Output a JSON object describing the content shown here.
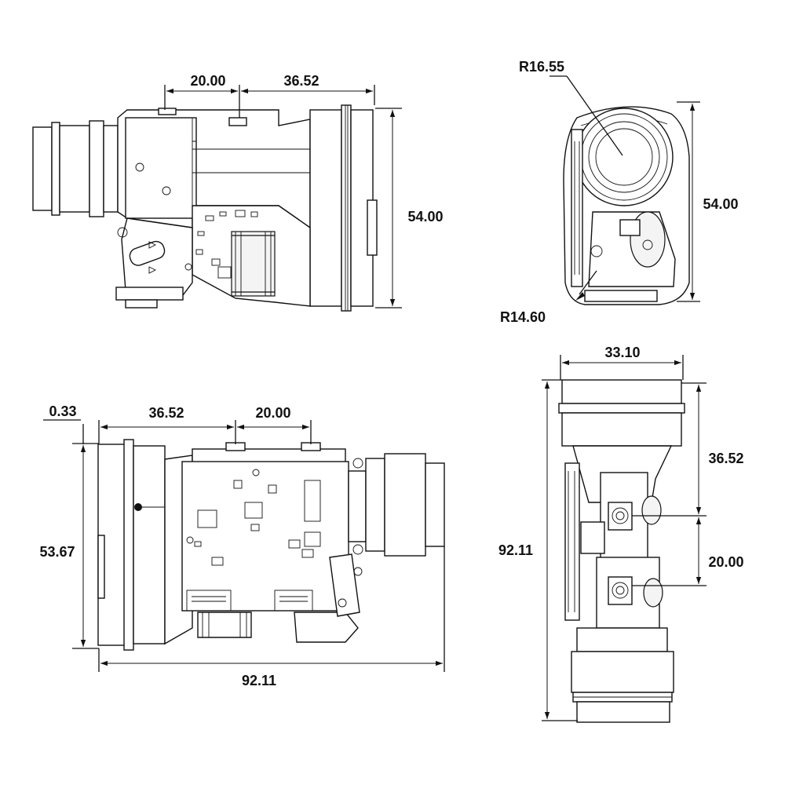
{
  "views": {
    "side_top_left": {
      "dim_top_1": "20.00",
      "dim_top_2": "36.52",
      "dim_height": "54.00"
    },
    "front_top_right": {
      "radius_outer": "R16.55",
      "radius_inner": "R14.60",
      "dim_height": "54.00"
    },
    "side_bottom_left": {
      "dim_offset": "0.33",
      "dim_top_1": "36.52",
      "dim_top_2": "20.00",
      "dim_height": "53.67",
      "dim_length": "92.11"
    },
    "top_bottom_right": {
      "dim_width": "33.10",
      "dim_length": "92.11",
      "dim_upper": "36.52",
      "dim_lower": "20.00"
    }
  },
  "colors": {
    "line": "#111111",
    "background": "#ffffff"
  }
}
